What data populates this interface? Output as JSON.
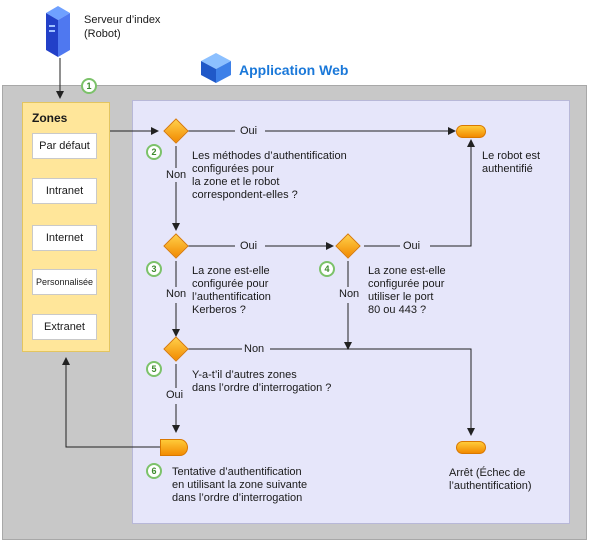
{
  "server": {
    "label_line1": "Serveur d’index",
    "label_line2": "(Robot)"
  },
  "app": {
    "title": "Application Web"
  },
  "zones": {
    "title": "Zones",
    "items": [
      "Par défaut",
      "Intranet",
      "Internet",
      "Personnalisée",
      "Extranet"
    ]
  },
  "steps": [
    "1",
    "2",
    "3",
    "4",
    "5",
    "6"
  ],
  "decisions": {
    "d2": [
      "Les méthodes d’authentification",
      "configurées pour",
      "la zone et le robot",
      "correspondent-elles ?"
    ],
    "d3": [
      "La zone est-elle",
      "configurée pour",
      "l’authentification",
      "Kerberos ?"
    ],
    "d4": [
      "La zone est-elle",
      "configurée pour",
      "utiliser le port",
      "80 ou 443 ?"
    ],
    "d5": [
      "Y-a-t’il d’autres zones",
      "dans l’ordre d’interrogation ?"
    ]
  },
  "edges": {
    "yes": "Oui",
    "no": "Non"
  },
  "outcomes": {
    "authenticated": [
      "Le robot est",
      "authentifié"
    ],
    "stop": [
      "Arrêt (Échec de",
      "l’authentification)"
    ],
    "retry": [
      "Tentative d’authentification",
      "en utilisant la zone suivante",
      "dans l’ordre d’interrogation"
    ]
  }
}
